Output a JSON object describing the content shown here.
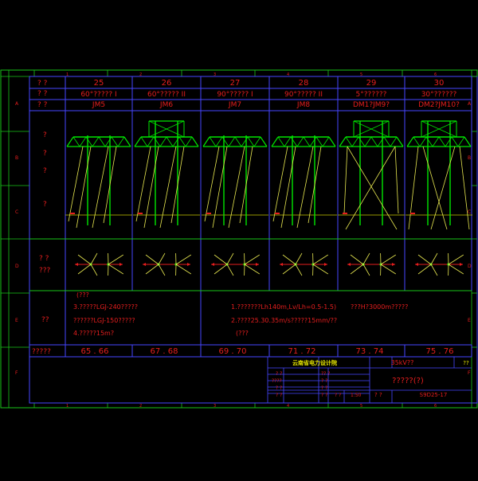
{
  "colors": {
    "background": "#000000",
    "frame": "#19c419",
    "grid": "#4646ff",
    "text_red": "#e61e1e",
    "tower": "#00e600",
    "guy": "#e6e650",
    "ground": "#c8c800",
    "title_yellow": "#e6e600",
    "title_green": "#00c800",
    "border_labels": "#e61e1e"
  },
  "border": {
    "col_labels": [
      "1",
      "2",
      "3",
      "4",
      "5",
      "6"
    ],
    "row_labels": [
      "A",
      "B",
      "C",
      "D",
      "E",
      "F"
    ]
  },
  "table": {
    "row_label_1": "? ?",
    "row_label_2": "? ?",
    "row_label_3": "? ?",
    "side_label_tower": [
      "?",
      "?",
      "?",
      "?"
    ],
    "side_label_plan": [
      "? ?",
      "???"
    ],
    "side_label_notes": "??",
    "side_label_drawing": "?????",
    "columns": [
      {
        "num": "25",
        "type": "60°????? I",
        "code": "JM5",
        "drawing": "65 . 66"
      },
      {
        "num": "26",
        "type": "60°????? II",
        "code": "JM6",
        "drawing": "67 . 68"
      },
      {
        "num": "27",
        "type": "90°????? I",
        "code": "JM7",
        "drawing": "69 . 70"
      },
      {
        "num": "28",
        "type": "90°????? II",
        "code": "JM8",
        "drawing": "71 . 72"
      },
      {
        "num": "29",
        "type": "5°??????",
        "code": "DM1?JM9?",
        "drawing": "73 . 74"
      },
      {
        "num": "30",
        "type": "30°??????",
        "code": "DM2?JM10?",
        "drawing": "75 . 76"
      }
    ]
  },
  "notes": {
    "left": [
      "(???",
      "3.?????LGJ-240?????",
      "??????LGJ-150?????",
      "4.?????15m?"
    ],
    "right": [
      "1.???????Lh140m,Lv/Lh=0.5-1.5)",
      "2.????25.30.35m/s?????15mm/??",
      "(???"
    ],
    "right_extra": "???H?3000m?????"
  },
  "title_block": {
    "company": "云南省电力设计院",
    "project": "35kV??",
    "sheet_mark": "??",
    "title": "?????(?)",
    "rows": [
      {
        "a": "? ?",
        "b": "?? ?"
      },
      {
        "a": "????",
        "b": "? ?"
      },
      {
        "a": "? ?",
        "b": "? ?"
      },
      {
        "a": "? ?",
        "b": "? ?"
      }
    ],
    "scale_label": "? ?",
    "scale_value": "1:50",
    "date_label": "? ?",
    "drawing_no": "S9D25-17"
  }
}
